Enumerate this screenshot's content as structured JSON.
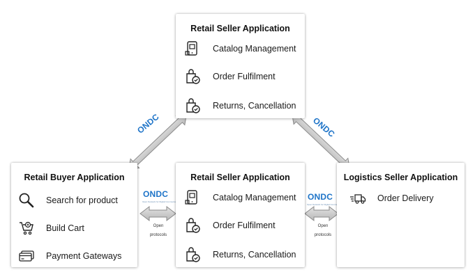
{
  "top_seller": {
    "title": "Retail Seller Application",
    "items": [
      {
        "label": "Catalog Management",
        "icon": "catalog-phone-icon"
      },
      {
        "label": "Order Fulfilment",
        "icon": "shopping-bag-check-icon"
      },
      {
        "label": "Returns, Cancellation",
        "icon": "shopping-bag-check-icon"
      }
    ]
  },
  "buyer": {
    "title": "Retail Buyer Application",
    "items": [
      {
        "label": "Search for product",
        "icon": "search-icon"
      },
      {
        "label": "Build Cart",
        "icon": "cart-icon"
      },
      {
        "label": "Payment Gateways",
        "icon": "credit-card-icon"
      }
    ]
  },
  "bottom_seller": {
    "title": "Retail Seller Application",
    "items": [
      {
        "label": "Catalog Management",
        "icon": "catalog-phone-icon"
      },
      {
        "label": "Order Fulfilment",
        "icon": "shopping-bag-check-icon"
      },
      {
        "label": "Returns, Cancellation",
        "icon": "shopping-bag-check-icon"
      }
    ]
  },
  "logistics": {
    "title": "Logistics Seller Application",
    "items": [
      {
        "label": "Order Delivery",
        "icon": "delivery-truck-icon"
      }
    ]
  },
  "connectors": {
    "ondc_label": "ONDC",
    "ondc_subtitle": "Open Network for Digital Commerce",
    "open_line1": "Open",
    "open_line2": "protocols"
  },
  "colors": {
    "arrow_fill": "#c8c8c8",
    "arrow_stroke": "#8a8a8a",
    "ondc_blue": "#1e74c8",
    "ondc_cyan": "#1fa3d8"
  }
}
